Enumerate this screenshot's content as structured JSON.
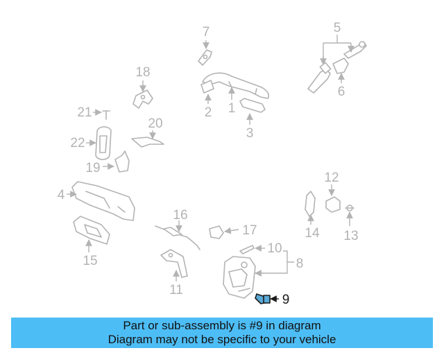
{
  "diagram": {
    "callouts": [
      {
        "id": "1",
        "label": "1",
        "highlighted": false
      },
      {
        "id": "2",
        "label": "2",
        "highlighted": false
      },
      {
        "id": "3",
        "label": "3",
        "highlighted": false
      },
      {
        "id": "4",
        "label": "4",
        "highlighted": false
      },
      {
        "id": "5",
        "label": "5",
        "highlighted": false
      },
      {
        "id": "6",
        "label": "6",
        "highlighted": false
      },
      {
        "id": "7",
        "label": "7",
        "highlighted": false
      },
      {
        "id": "8",
        "label": "8",
        "highlighted": false
      },
      {
        "id": "9",
        "label": "9",
        "highlighted": true
      },
      {
        "id": "10",
        "label": "10",
        "highlighted": false
      },
      {
        "id": "11",
        "label": "11",
        "highlighted": false
      },
      {
        "id": "12",
        "label": "12",
        "highlighted": false
      },
      {
        "id": "13",
        "label": "13",
        "highlighted": false
      },
      {
        "id": "14",
        "label": "14",
        "highlighted": false
      },
      {
        "id": "15",
        "label": "15",
        "highlighted": false
      },
      {
        "id": "16",
        "label": "16",
        "highlighted": false
      },
      {
        "id": "17",
        "label": "17",
        "highlighted": false
      },
      {
        "id": "18",
        "label": "18",
        "highlighted": false
      },
      {
        "id": "19",
        "label": "19",
        "highlighted": false
      },
      {
        "id": "20",
        "label": "20",
        "highlighted": false
      },
      {
        "id": "21",
        "label": "21",
        "highlighted": false
      },
      {
        "id": "22",
        "label": "22",
        "highlighted": false
      }
    ],
    "colors": {
      "part": "#b3b3b3",
      "highlight": "#1a1a1a",
      "highlight_fill": "#5aa9d6"
    }
  },
  "banner": {
    "line1": "Part or sub-assembly is #9 in diagram",
    "line2": "Diagram may not be specific to your vehicle",
    "color": "#4dbdf5"
  }
}
